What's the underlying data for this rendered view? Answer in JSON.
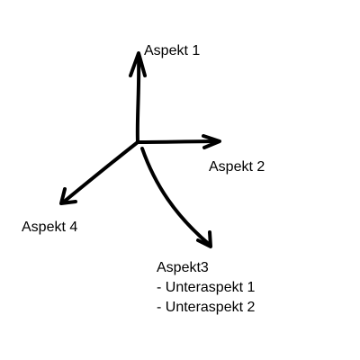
{
  "diagram": {
    "stroke_color": "#000000",
    "background_color": "#ffffff",
    "aspects": [
      {
        "label": "Aspekt 1"
      },
      {
        "label": "Aspekt 2"
      },
      {
        "label": "Aspekt 3"
      },
      {
        "label": "Aspekt 4"
      }
    ],
    "aspect3": {
      "label": "Aspekt3",
      "subaspects": [
        "- Unteraspekt 1",
        "- Unteraspekt 2"
      ]
    }
  }
}
